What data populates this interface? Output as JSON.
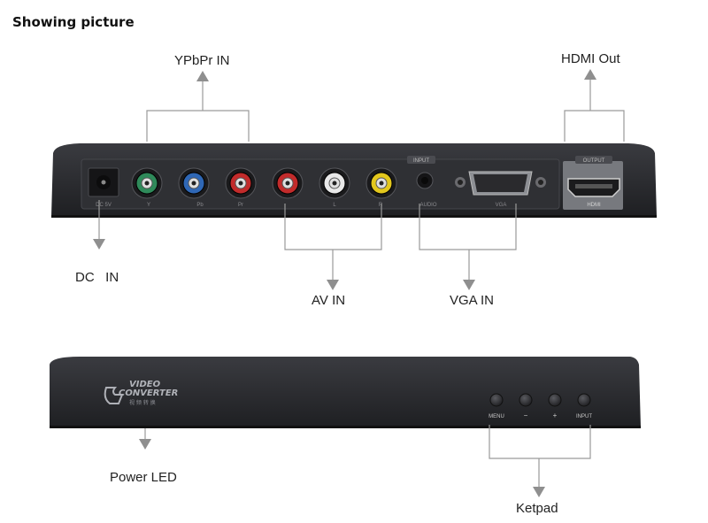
{
  "heading": "Showing picture",
  "labels": {
    "ypbpr_in": "YPbPr IN",
    "hdmi_out": "HDMI Out",
    "dc_in": "DC   IN",
    "av_in": "AV IN",
    "vga_in": "VGA IN",
    "power_led": "Power LED",
    "keypad": "Ketpad"
  },
  "back_panel": {
    "small_labels": {
      "input": "INPUT",
      "output": "OUTPUT",
      "dc": "DC 5V",
      "pr": "Pr",
      "pb": "Pb",
      "y": "Y",
      "l": "L",
      "r": "R",
      "audio": "AUDIO",
      "vga": "VGA",
      "hdmi": "HDMI"
    },
    "jack_colors": [
      "#2f8a5a",
      "#2f67b5",
      "#c22b2b",
      "#c22b2b",
      "#e8e8e8",
      "#e3c71d"
    ]
  },
  "front_panel": {
    "logo_line1": "VIDEO",
    "logo_line2": "CONVERTER",
    "logo_sub": "视 频 转 换",
    "buttons": [
      "MENU",
      "−",
      "+",
      "INPUT"
    ]
  },
  "colors": {
    "device": "#2a2b2f",
    "line": "#9a9a9a",
    "arrow": "#8f8f8f"
  }
}
